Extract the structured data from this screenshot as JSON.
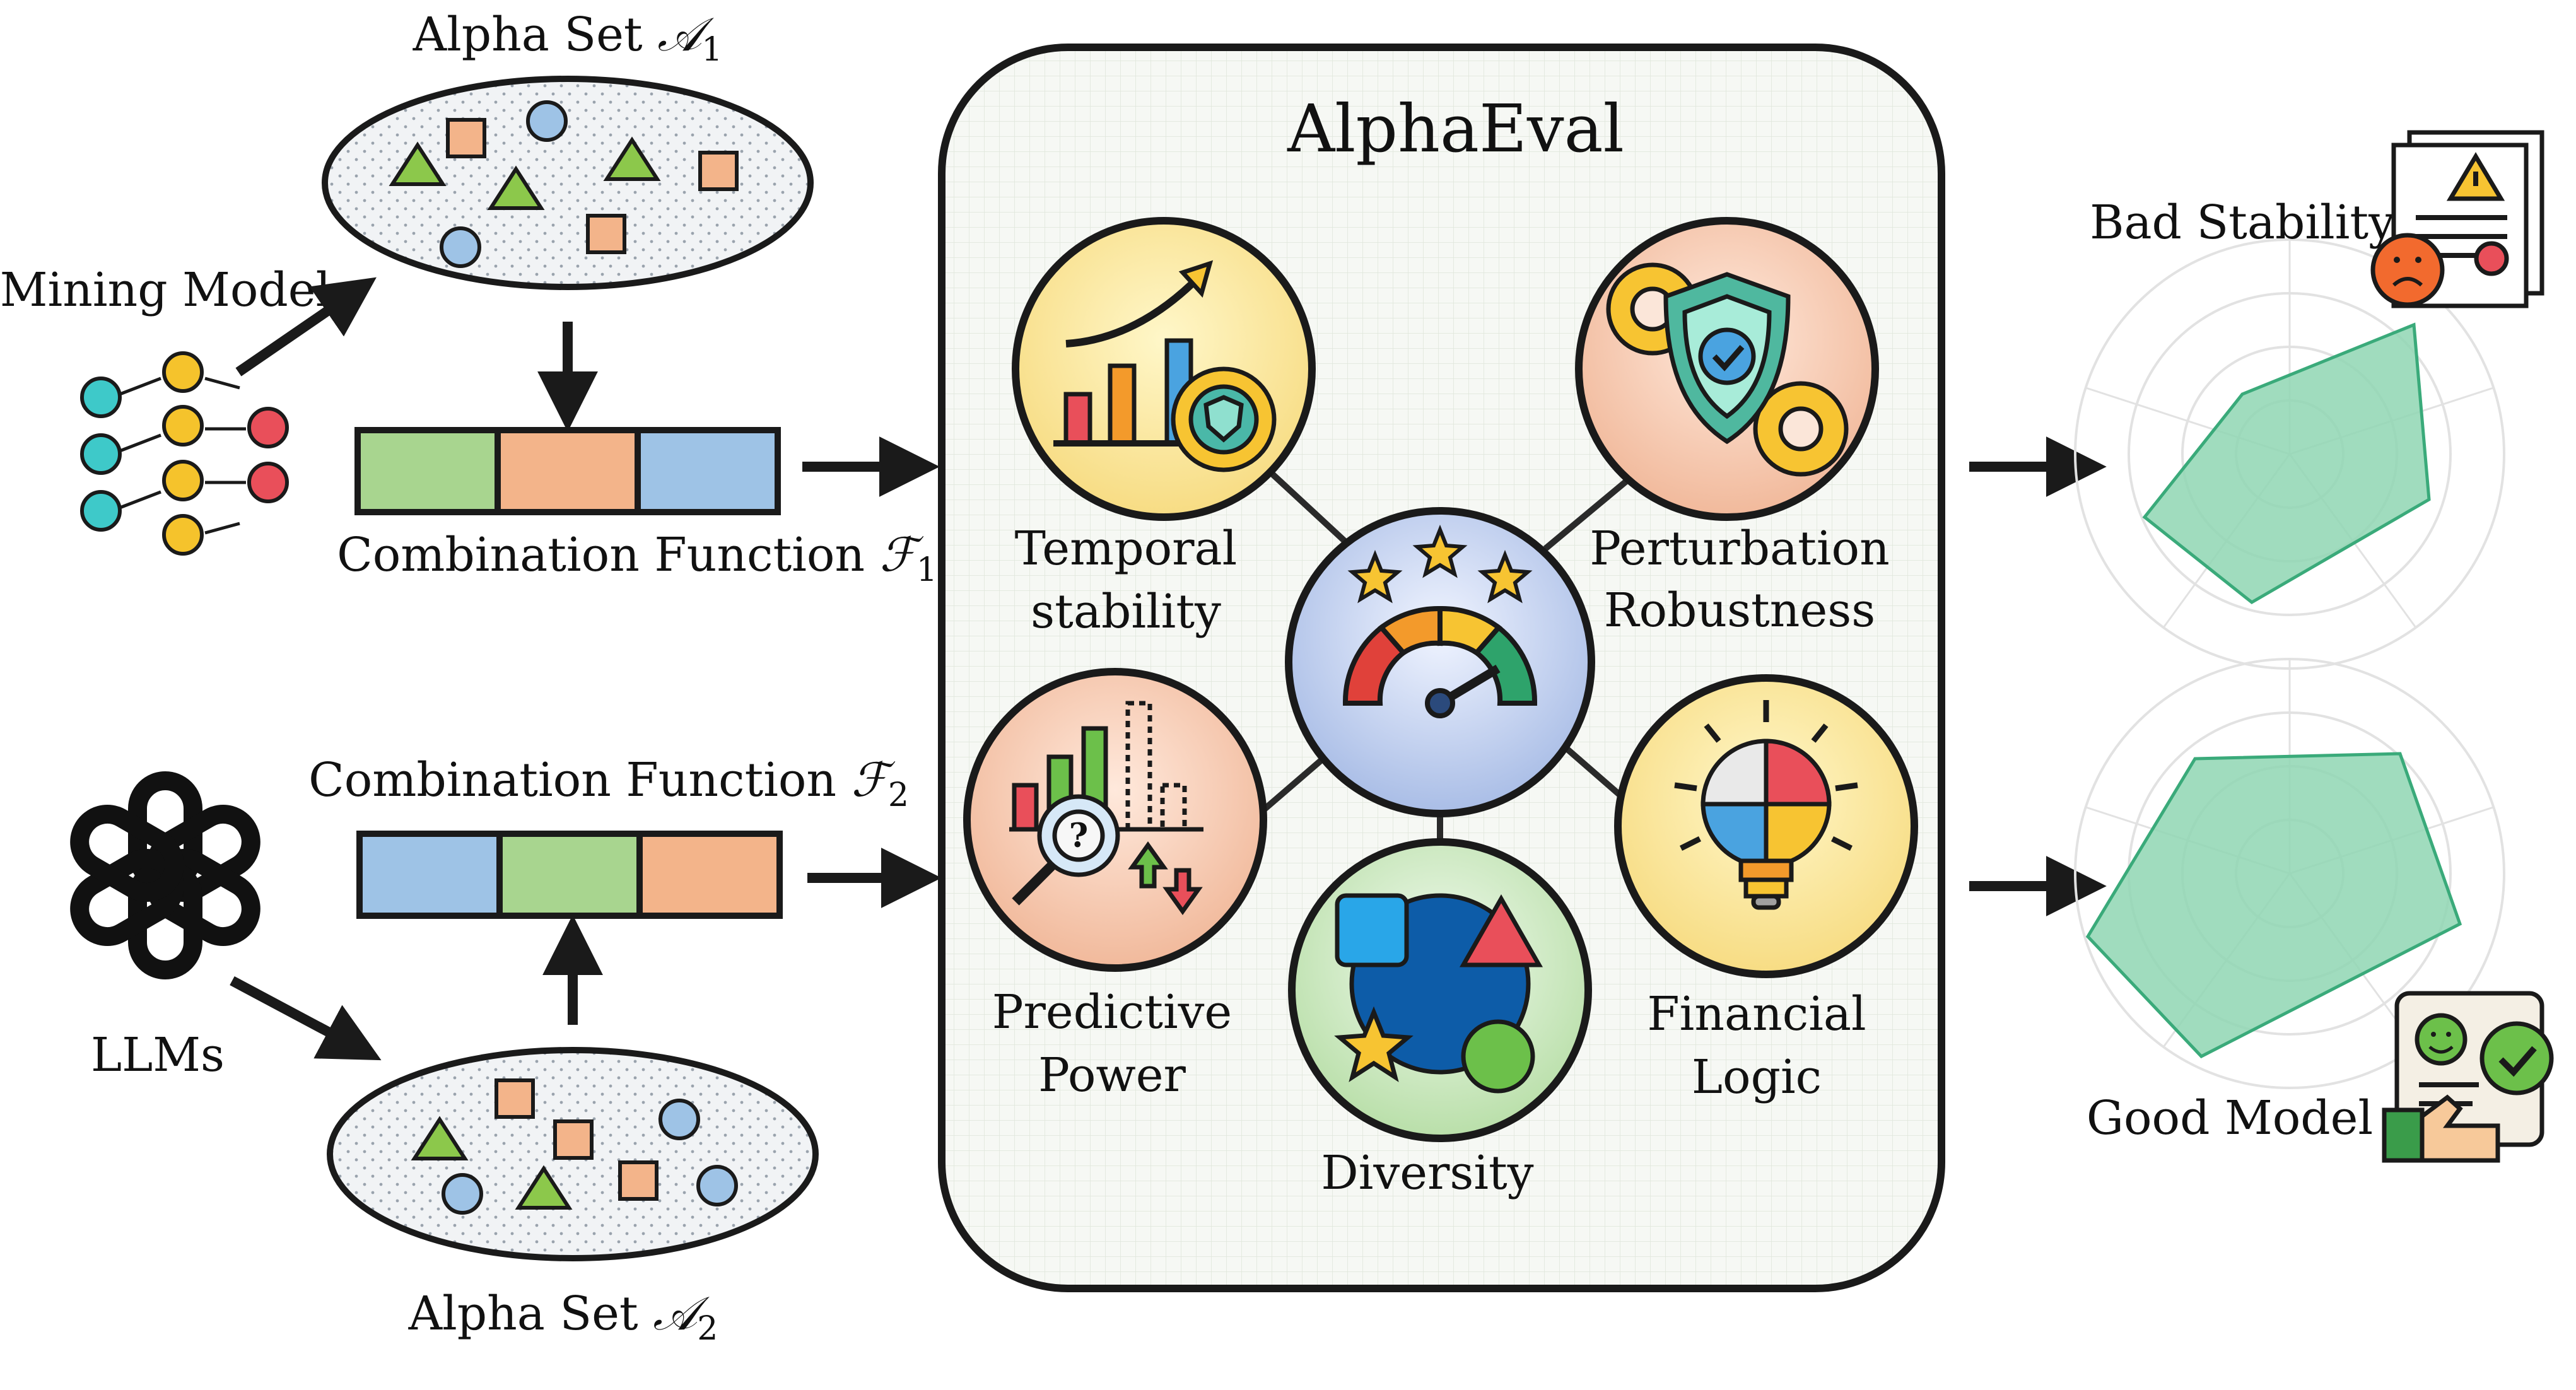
{
  "top": {
    "alpha_set_label": "Alpha Set",
    "alpha_set_sym": "𝒜",
    "alpha_set_sub": "1",
    "mining_model_label": "Mining Model",
    "combination_label": "Combination Function",
    "combination_sym": "ℱ",
    "combination_sub": "1"
  },
  "bottom": {
    "alpha_set_label": "Alpha Set",
    "alpha_set_sym": "𝒜",
    "alpha_set_sub": "2",
    "llms_label": "LLMs",
    "combination_label": "Combination Function",
    "combination_sym": "ℱ",
    "combination_sub": "2"
  },
  "alphaeval": {
    "title": "AlphaEval",
    "metrics": {
      "temporal_line1": "Temporal",
      "temporal_line2": "stability",
      "perturbation_line1": "Perturbation",
      "perturbation_line2": "Robustness",
      "predictive_line1": "Predictive",
      "predictive_line2": "Power",
      "financial_line1": "Financial",
      "financial_line2": "Logic",
      "diversity": "Diversity"
    }
  },
  "results": {
    "bad_label": "Bad Stability",
    "good_label": "Good Model"
  },
  "colors": {
    "green_block": "#a8d58f",
    "orange_block": "#f3b48a",
    "blue_block": "#9ec3e6",
    "radar_fill": "#8fd6b3",
    "radar_stroke": "#3aaa7a",
    "panel_bg": "#f6f8f4"
  }
}
